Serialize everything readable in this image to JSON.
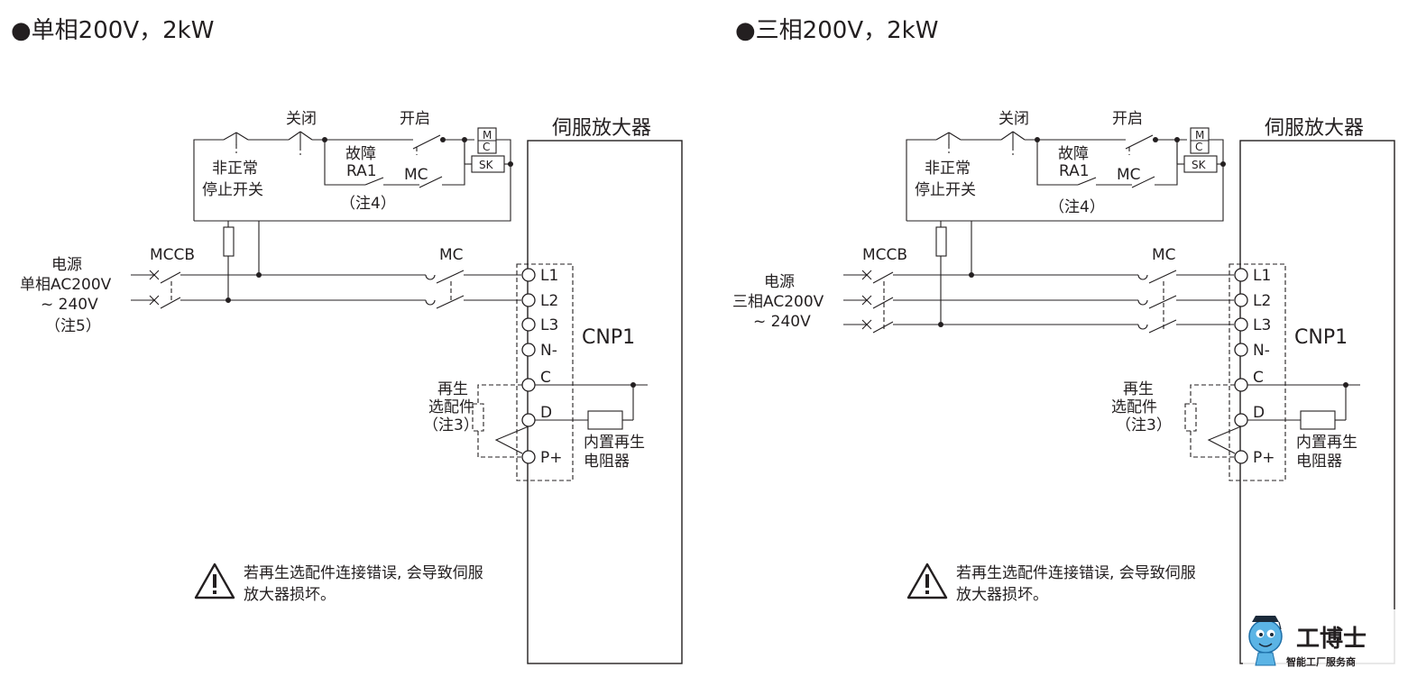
{
  "diagrams": [
    {
      "title": "●单相200V，2kW",
      "amplifier_label": "伺服放大器",
      "connector_label": "CNP1",
      "switch_off_label": "关闭",
      "switch_on_label": "开启",
      "estop_line1": "非正常",
      "estop_line2": "停止开关",
      "fault_line1": "故障",
      "fault_line2": "RA1",
      "mc_contact_label": "MC",
      "note4": "（注4）",
      "relay_mc_top": "M",
      "relay_mc_bottom": "C",
      "relay_sk": "SK",
      "mccb_label": "MCCB",
      "main_mc_label": "MC",
      "power_lines": [
        "电源",
        "单相AC200V",
        "~ 240V",
        "（注5）"
      ],
      "terminals": [
        "L1",
        "L2",
        "L3",
        "N-",
        "C",
        "D",
        "P+"
      ],
      "regen_option_lines": [
        "再生",
        "选配件",
        "（注3）"
      ],
      "internal_resistor_lines": [
        "内置再生",
        "电阻器"
      ],
      "warning_lines": [
        "若再生选配件连接错误, 会导致伺服",
        "放大器损坏。"
      ]
    },
    {
      "title": "●三相200V，2kW",
      "amplifier_label": "伺服放大器",
      "connector_label": "CNP1",
      "switch_off_label": "关闭",
      "switch_on_label": "开启",
      "estop_line1": "非正常",
      "estop_line2": "停止开关",
      "fault_line1": "故障",
      "fault_line2": "RA1",
      "mc_contact_label": "MC",
      "note4": "（注4）",
      "relay_mc_top": "M",
      "relay_mc_bottom": "C",
      "relay_sk": "SK",
      "mccb_label": "MCCB",
      "main_mc_label": "MC",
      "power_lines": [
        "电源",
        "三相AC200V",
        "~ 240V"
      ],
      "terminals": [
        "L1",
        "L2",
        "L3",
        "N-",
        "C",
        "D",
        "P+"
      ],
      "regen_option_lines": [
        "再生",
        "选配件",
        "（注3）"
      ],
      "internal_resistor_lines": [
        "内置再生",
        "电阻器"
      ],
      "warning_lines": [
        "若再生选配件连接错误, 会导致伺服",
        "放大器损坏。"
      ]
    }
  ],
  "watermark": {
    "brand": "工博士",
    "tagline": "智能工厂服务商"
  }
}
